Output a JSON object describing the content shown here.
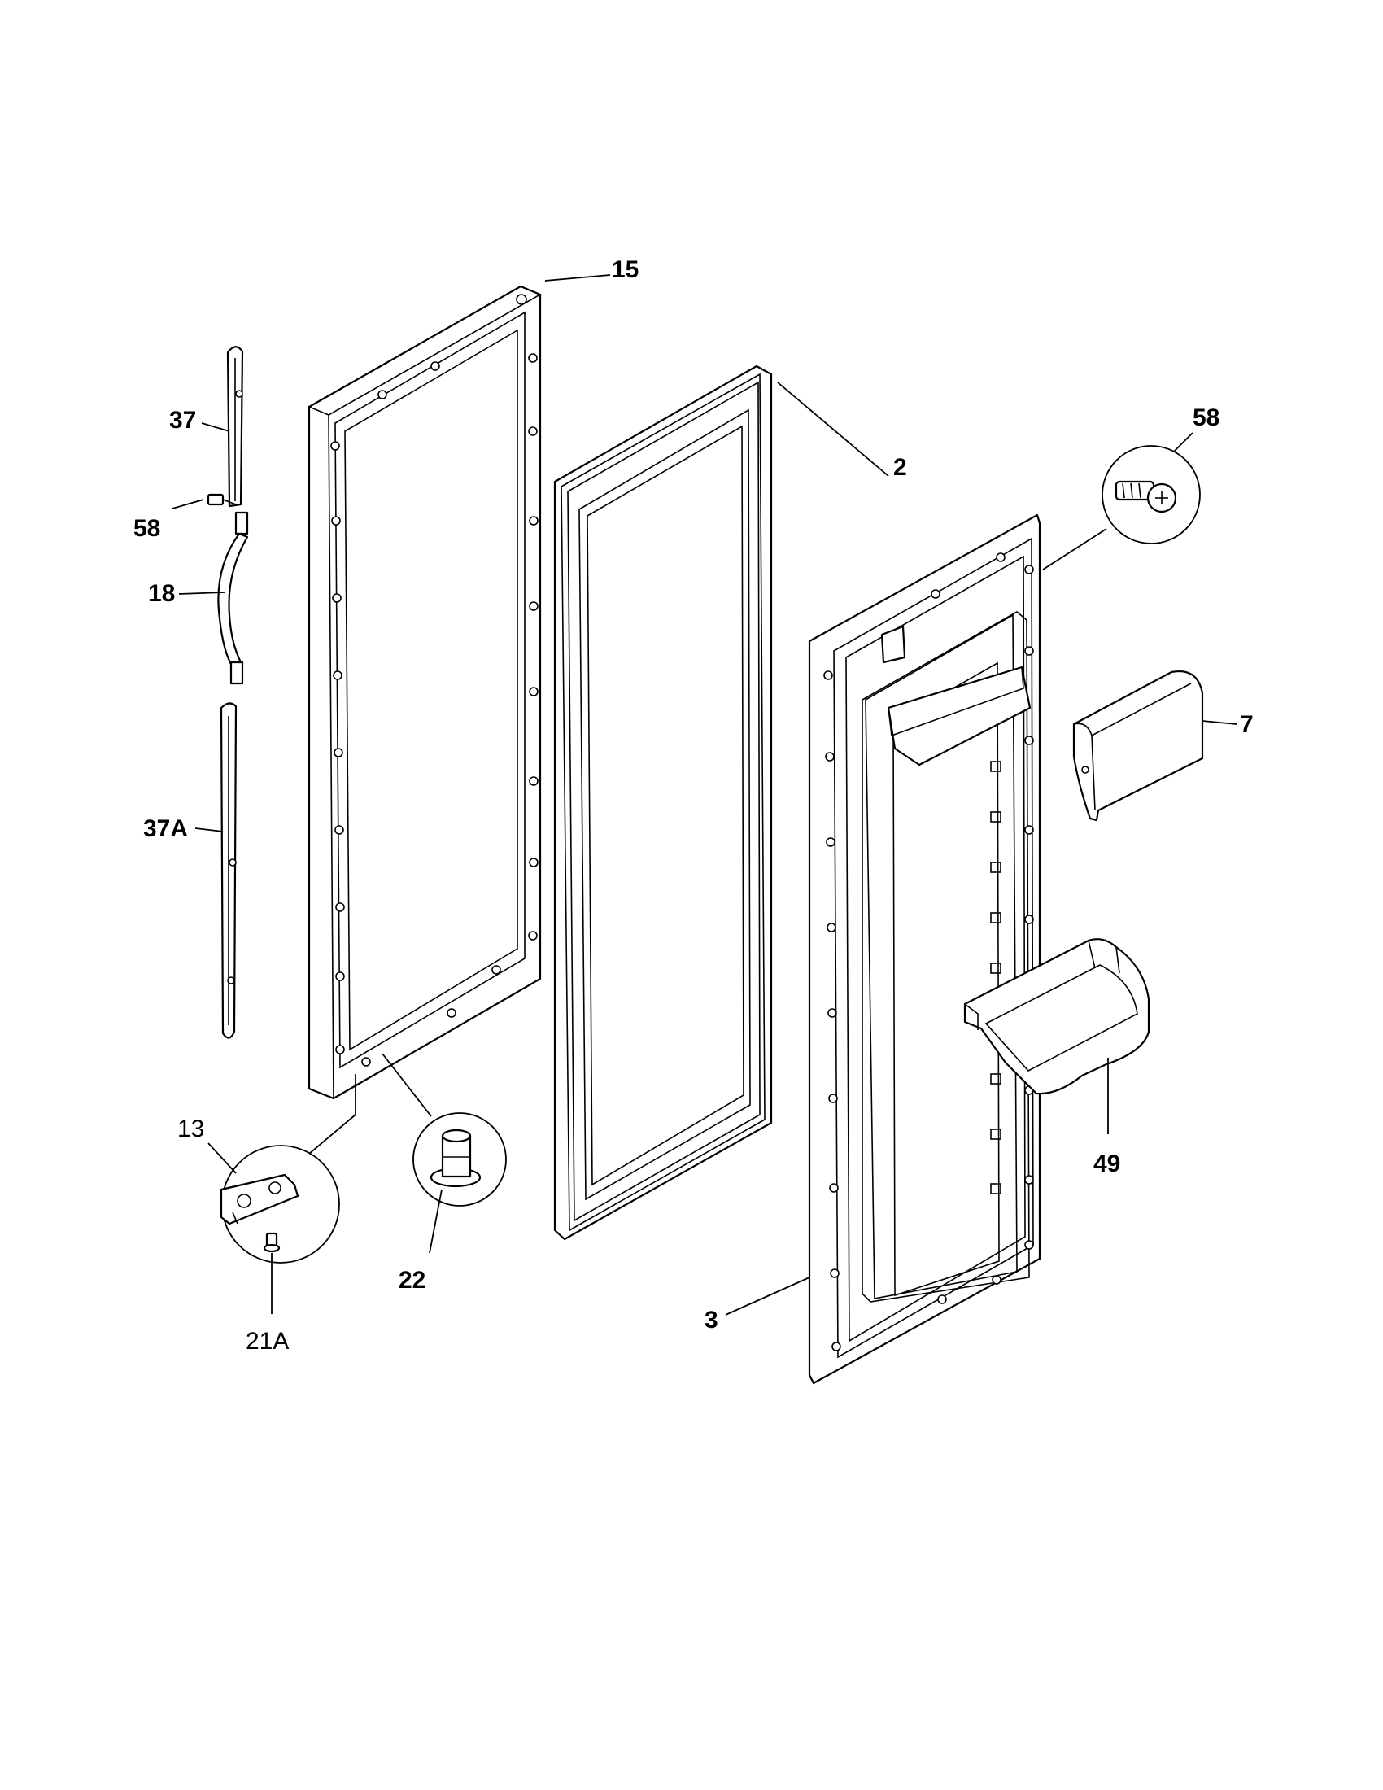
{
  "labels": {
    "p15": "15",
    "p2": "2",
    "p58_detail": "58",
    "p37": "37",
    "p58": "58",
    "p18": "18",
    "p7": "7",
    "p37a": "37A",
    "p13": "13",
    "p22": "22",
    "p21a": "21A",
    "p49": "49",
    "p3": "3"
  }
}
